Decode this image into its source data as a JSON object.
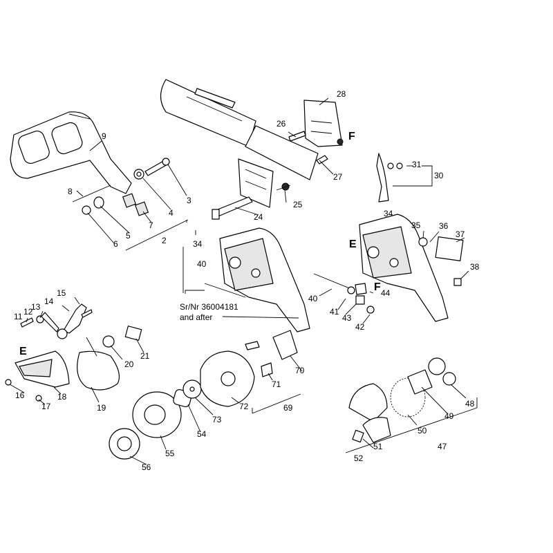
{
  "callouts": [
    "2",
    "3",
    "4",
    "5",
    "6",
    "7",
    "8",
    "9",
    "11",
    "12",
    "13",
    "14",
    "15",
    "16",
    "17",
    "18",
    "19",
    "20",
    "21",
    "24",
    "25",
    "26",
    "27",
    "28",
    "30",
    "31",
    "34",
    "35",
    "36",
    "37",
    "38",
    "40",
    "41",
    "42",
    "43",
    "44",
    "47",
    "48",
    "49",
    "50",
    "51",
    "52",
    "54",
    "55",
    "56",
    "69",
    "70",
    "71",
    "72",
    "73"
  ],
  "markers": [
    "E",
    "F"
  ],
  "note": {
    "line1": "Sr/Nr 36004181",
    "line2": "and after"
  }
}
